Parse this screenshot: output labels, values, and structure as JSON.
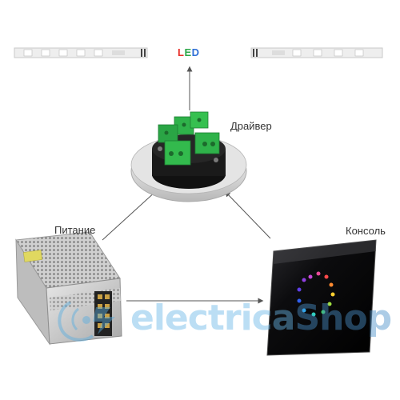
{
  "labels": {
    "led": [
      "L",
      "E",
      "D"
    ],
    "driver": "Драйвер",
    "power": "Питание",
    "console": "Консоль"
  },
  "colors": {
    "led_letters": [
      "#e8302a",
      "#2ea84a",
      "#2f6fd6"
    ],
    "arrow": "#555555",
    "terminal_green": "#2fb24a",
    "console_glass": "#0c0c0e",
    "watermark": "#5aaee0"
  },
  "watermark": {
    "part1": "electrica",
    "part2": "Shop"
  },
  "icons": [
    "led-strip-left-icon",
    "led-strip-right-icon",
    "driver-device-icon",
    "power-supply-icon",
    "touch-console-icon",
    "watermark-logo-icon"
  ]
}
